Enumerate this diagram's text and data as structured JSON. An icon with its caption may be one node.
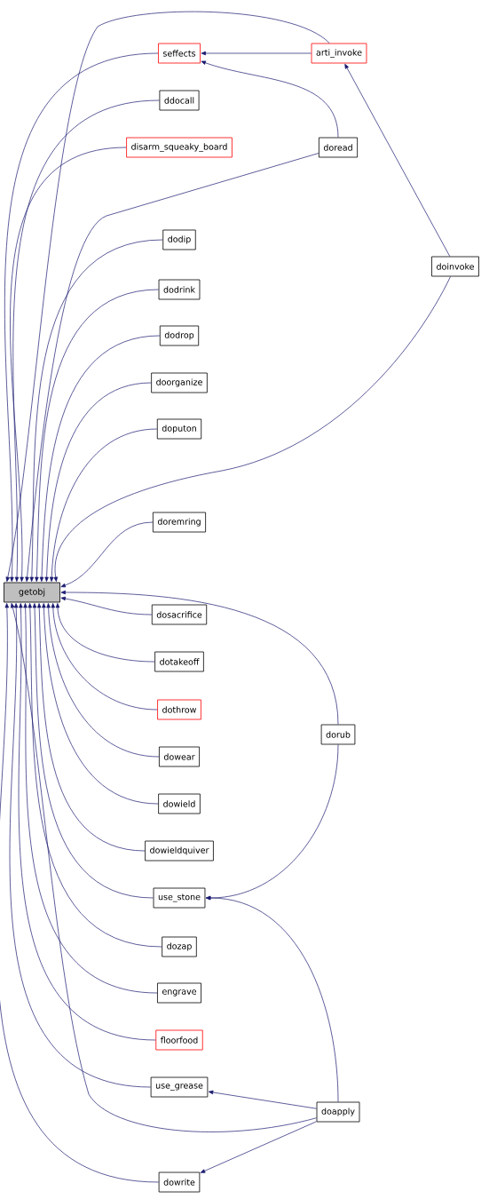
{
  "diagram": {
    "nodes": [
      {
        "text": [
          "getobj"
        ]
      },
      {
        "text": [
          "seffects"
        ]
      },
      {
        "text": [
          "arti_invoke"
        ]
      },
      {
        "text": [
          "ddocall"
        ]
      },
      {
        "text": [
          "disarm_squeaky_board"
        ]
      },
      {
        "text": [
          "doread"
        ]
      },
      {
        "text": [
          "dodip"
        ]
      },
      {
        "text": [
          "doinvoke"
        ]
      },
      {
        "text": [
          "dodrink"
        ]
      },
      {
        "text": [
          "dodrop"
        ]
      },
      {
        "text": [
          "doorganize"
        ]
      },
      {
        "text": [
          "doputon"
        ]
      },
      {
        "text": [
          "doremring"
        ]
      },
      {
        "text": [
          "dosacrifice"
        ]
      },
      {
        "text": [
          "dotakeoff"
        ]
      },
      {
        "text": [
          "dothrow"
        ]
      },
      {
        "text": [
          "dorub"
        ]
      },
      {
        "text": [
          "dowear"
        ]
      },
      {
        "text": [
          "dowield"
        ]
      },
      {
        "text": [
          "dowieldquiver"
        ]
      },
      {
        "text": [
          "use_stone"
        ]
      },
      {
        "text": [
          "dozap"
        ]
      },
      {
        "text": [
          "engrave"
        ]
      },
      {
        "text": [
          "floorfood"
        ]
      },
      {
        "text": [
          "use_grease"
        ]
      },
      {
        "text": [
          "doapply"
        ]
      },
      {
        "text": [
          "dowrite"
        ]
      }
    ],
    "edges": [
      {
        "from": 1,
        "to": 0,
        "arrow": "to"
      },
      {
        "from": 2,
        "to": 0,
        "arrow": "to"
      },
      {
        "from": 3,
        "to": 0,
        "arrow": "to"
      },
      {
        "from": 4,
        "to": 0,
        "arrow": "to"
      },
      {
        "from": 5,
        "to": 0,
        "arrow": "to"
      },
      {
        "from": 6,
        "to": 0,
        "arrow": "to"
      },
      {
        "from": 7,
        "to": 0,
        "arrow": "to"
      },
      {
        "from": 8,
        "to": 0,
        "arrow": "to"
      },
      {
        "from": 9,
        "to": 0,
        "arrow": "to"
      },
      {
        "from": 10,
        "to": 0,
        "arrow": "to"
      },
      {
        "from": 11,
        "to": 0,
        "arrow": "to"
      },
      {
        "from": 12,
        "to": 0,
        "arrow": "to"
      },
      {
        "from": 13,
        "to": 0,
        "arrow": "to"
      },
      {
        "from": 14,
        "to": 0,
        "arrow": "to"
      },
      {
        "from": 15,
        "to": 0,
        "arrow": "to"
      },
      {
        "from": 16,
        "to": 0,
        "arrow": "to"
      },
      {
        "from": 17,
        "to": 0,
        "arrow": "to"
      },
      {
        "from": 18,
        "to": 0,
        "arrow": "to"
      },
      {
        "from": 19,
        "to": 0,
        "arrow": "to"
      },
      {
        "from": 20,
        "to": 0,
        "arrow": "to"
      },
      {
        "from": 21,
        "to": 0,
        "arrow": "to"
      },
      {
        "from": 22,
        "to": 0,
        "arrow": "to"
      },
      {
        "from": 23,
        "to": 0,
        "arrow": "to"
      },
      {
        "from": 24,
        "to": 0,
        "arrow": "to"
      },
      {
        "from": 25,
        "to": 0,
        "arrow": "to"
      },
      {
        "from": 26,
        "to": 0,
        "arrow": "to"
      },
      {
        "from": 2,
        "to": 1,
        "arrow": "to"
      },
      {
        "from": 5,
        "to": 1,
        "arrow": "to"
      },
      {
        "from": 7,
        "to": 2,
        "arrow": "to"
      },
      {
        "from": 16,
        "to": 20,
        "arrow": "to"
      },
      {
        "from": 25,
        "to": 20,
        "arrow": "to"
      },
      {
        "from": 25,
        "to": 24,
        "arrow": "to"
      },
      {
        "from": 25,
        "to": 26,
        "arrow": "to"
      }
    ]
  }
}
